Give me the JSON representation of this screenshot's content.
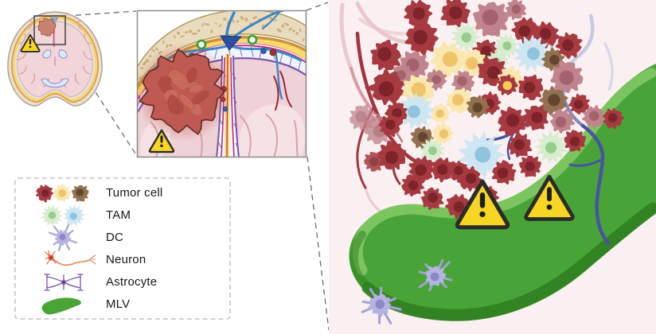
{
  "legend": {
    "items": [
      {
        "id": "tumor-cell",
        "label": "Tumor cell",
        "icon_cells": [
          [
            "tumor_dark",
            28,
            14,
            10,
            1
          ],
          [
            "tumor_yellow",
            50,
            14,
            10,
            2
          ],
          [
            "tumor_brown",
            73,
            14,
            10,
            3
          ]
        ]
      },
      {
        "id": "tam",
        "label": "TAM",
        "icon_cells": [
          [
            "tam_green",
            37,
            14,
            11,
            4
          ],
          [
            "tam_blue",
            65,
            14,
            11,
            5
          ]
        ]
      },
      {
        "id": "dc",
        "label": "DC",
        "icon_cells": [
          [
            "dc",
            51,
            14,
            9,
            6
          ]
        ]
      },
      {
        "id": "neuron",
        "label": "Neuron",
        "icon_cells": []
      },
      {
        "id": "astrocyte",
        "label": "Astrocyte",
        "icon_cells": []
      },
      {
        "id": "mlv",
        "label": "MLV",
        "icon_cells": []
      }
    ]
  },
  "colors": {
    "panel_bg": "#FAF0F1",
    "mlv_green": "#49A437",
    "mlv_green_light": "#7CC45E",
    "mlv_green_dark": "#2E7E20",
    "warning_yellow": "#F7D623",
    "warning_outline": "#2B2B2B",
    "artery_red": "#A23540",
    "artery_light": "#E7C5C9",
    "vein_blue": "#47549F",
    "vein_light": "#BFC5E0",
    "inset_skull": "#E9DCBE",
    "inset_dura_yellow": "#F8D96A",
    "inset_orange": "#CE8F3E",
    "inset_magenta": "#C22879",
    "inset_purple": "#7A55AB",
    "inset_vessel_blue": "#3D87C5",
    "inset_sinus_blue": "#2B4FA0",
    "inset_tumor": "#BE5A51",
    "inset_brain_pink": "#EFD2D7",
    "lymph_green": "#2FA135",
    "neuron_orange": "#E05A3A",
    "astrocyte_purple": "#7B52A8"
  },
  "cell_colors": {
    "tumor_dark": {
      "body": "#A63A40",
      "nucleus": "#7C2429"
    },
    "tumor_rose": {
      "body": "#C2848C",
      "nucleus": "#A4636C"
    },
    "tumor_yellow": {
      "body": "#F9E7AE",
      "nucleus": "#EFC36A"
    },
    "tumor_brown": {
      "body": "#93704F",
      "nucleus": "#64452F"
    },
    "red_yellow": {
      "body": "#A63A40",
      "nucleus": "#F6CB4F"
    },
    "tam_green": {
      "body": "#D8ECD0",
      "nucleus": "#95CE8C"
    },
    "tam_blue": {
      "body": "#CEE6F2",
      "nucleus": "#8FC4DF"
    },
    "dc": {
      "body": "#B5B3E0",
      "nucleus": "#8B88C8",
      "dendrite": "#A5A2D6"
    }
  },
  "illustration": {
    "cluster_cells": [
      [
        "d",
        525,
        17,
        16,
        1
      ],
      [
        "d",
        572,
        16,
        17,
        2
      ],
      [
        "r",
        617,
        24,
        21,
        3
      ],
      [
        "r",
        648,
        12,
        12,
        4
      ],
      [
        "d",
        660,
        38,
        15,
        5
      ],
      [
        "d",
        686,
        44,
        15,
        6
      ],
      [
        "d",
        530,
        48,
        19,
        7
      ],
      [
        "g",
        585,
        46,
        15,
        8
      ],
      [
        "d",
        610,
        66,
        15,
        9
      ],
      [
        "g",
        636,
        58,
        13,
        10
      ],
      [
        "g",
        625,
        77,
        12,
        11
      ],
      [
        "y",
        563,
        75,
        20,
        12
      ],
      [
        "y",
        594,
        79,
        16,
        13
      ],
      [
        "r",
        520,
        82,
        17,
        14
      ],
      [
        "d",
        485,
        70,
        18,
        15
      ],
      [
        "r",
        505,
        95,
        13,
        16
      ],
      [
        "d",
        487,
        110,
        20,
        17
      ],
      [
        "r",
        548,
        100,
        12,
        18
      ],
      [
        "r",
        582,
        103,
        13,
        19
      ],
      [
        "d",
        618,
        90,
        17,
        20
      ],
      [
        "y",
        641,
        100,
        15,
        21
      ],
      [
        "u",
        668,
        67,
        19,
        22
      ],
      [
        "b",
        695,
        75,
        13,
        23
      ],
      [
        "d",
        715,
        57,
        15,
        24
      ],
      [
        "r",
        712,
        97,
        19,
        25
      ],
      [
        "d",
        667,
        110,
        15,
        26
      ],
      [
        "ry",
        637,
        107,
        12,
        27
      ],
      [
        "d",
        615,
        130,
        13,
        28
      ],
      [
        "b",
        695,
        127,
        16,
        29
      ],
      [
        "d",
        728,
        131,
        12,
        30
      ],
      [
        "y",
        525,
        115,
        19,
        31
      ],
      [
        "y",
        577,
        127,
        15,
        32
      ],
      [
        "b",
        600,
        134,
        13,
        33
      ],
      [
        "y",
        553,
        143,
        11,
        34
      ],
      [
        "u",
        522,
        140,
        19,
        35
      ],
      [
        "d",
        498,
        142,
        13,
        36
      ],
      [
        "r",
        475,
        163,
        17,
        37,
        0.8
      ],
      [
        "r",
        455,
        148,
        15,
        38,
        0.75
      ],
      [
        "b",
        530,
        173,
        13,
        39
      ],
      [
        "g",
        543,
        189,
        13,
        40
      ],
      [
        "d",
        490,
        158,
        13,
        41
      ],
      [
        "d",
        492,
        196,
        17,
        42
      ],
      [
        "d",
        470,
        203,
        12,
        43,
        0.85
      ],
      [
        "d",
        518,
        233,
        13,
        44
      ],
      [
        "d",
        530,
        213,
        15,
        45
      ],
      [
        "y",
        556,
        168,
        12,
        46
      ],
      [
        "u",
        605,
        195,
        24,
        47
      ],
      [
        "d",
        643,
        153,
        17,
        48
      ],
      [
        "d",
        673,
        148,
        15,
        49
      ],
      [
        "r",
        706,
        152,
        14,
        50
      ],
      [
        "r",
        746,
        147,
        13,
        51
      ],
      [
        "d",
        770,
        149,
        12,
        52
      ],
      [
        "g",
        693,
        185,
        17,
        53
      ],
      [
        "d",
        722,
        177,
        13,
        54
      ],
      [
        "d",
        653,
        183,
        14,
        55
      ],
      [
        "d",
        556,
        213,
        14,
        56
      ],
      [
        "d",
        590,
        225,
        14,
        57
      ],
      [
        "d",
        575,
        215,
        12,
        58
      ],
      [
        "d",
        633,
        217,
        14,
        59
      ],
      [
        "d",
        666,
        209,
        13,
        60
      ],
      [
        "d",
        543,
        250,
        13,
        61
      ],
      [
        "d",
        575,
        259,
        14,
        62
      ],
      [
        "d",
        613,
        247,
        12,
        63
      ]
    ],
    "dendritic_cells": [
      [
        477,
        383,
        13,
        70
      ],
      [
        547,
        347,
        12,
        71
      ]
    ],
    "warning_triangles_right": [
      [
        606,
        256,
        0.93
      ],
      [
        690,
        248,
        0.86
      ]
    ],
    "warning_triangle_inset": [
      203,
      177,
      0.44
    ],
    "warning_triangle_brain": [
      38,
      54,
      0.34
    ]
  }
}
